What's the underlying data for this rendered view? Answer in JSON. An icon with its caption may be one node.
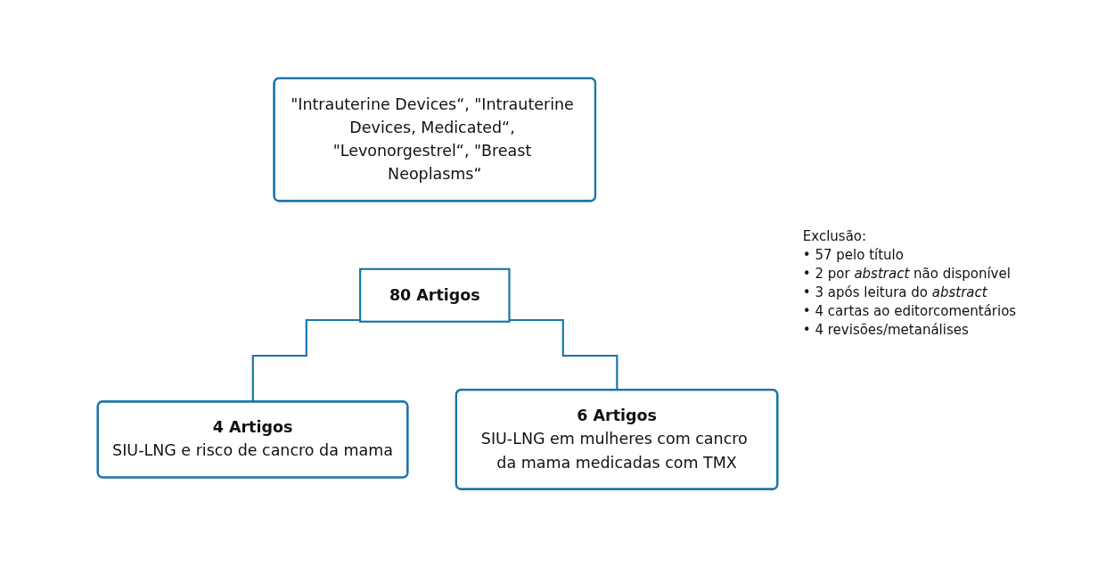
{
  "diagram": {
    "nodes": [
      {
        "text": [
          "\"Intrauterine Devices“, \"Intrauterine Devices, Medicated“, \"Levonorgestrel“, \"Breast Neoplasms“"
        ]
      },
      {
        "text": [
          "80 Artigos"
        ]
      },
      {
        "text": [
          "4 Artigos",
          "SIU-LNG e risco de cancro da mama"
        ]
      },
      {
        "text": [
          "6 Artigos",
          "SIU-LNG em mulheres com cancro da mama medicadas com TMX"
        ]
      }
    ],
    "edges": [
      {
        "from": 1,
        "to": 2,
        "arrow": "none"
      },
      {
        "from": 1,
        "to": 3,
        "arrow": "none"
      }
    ],
    "labels": [
      "Exclusão:",
      "• 57 pelo título",
      "• 2 por *abstract* não disponível",
      "• 3 após leitura do *abstract*",
      "• 4 cartas ao editorcomentários",
      "• 4 revisões/metanálises"
    ]
  }
}
